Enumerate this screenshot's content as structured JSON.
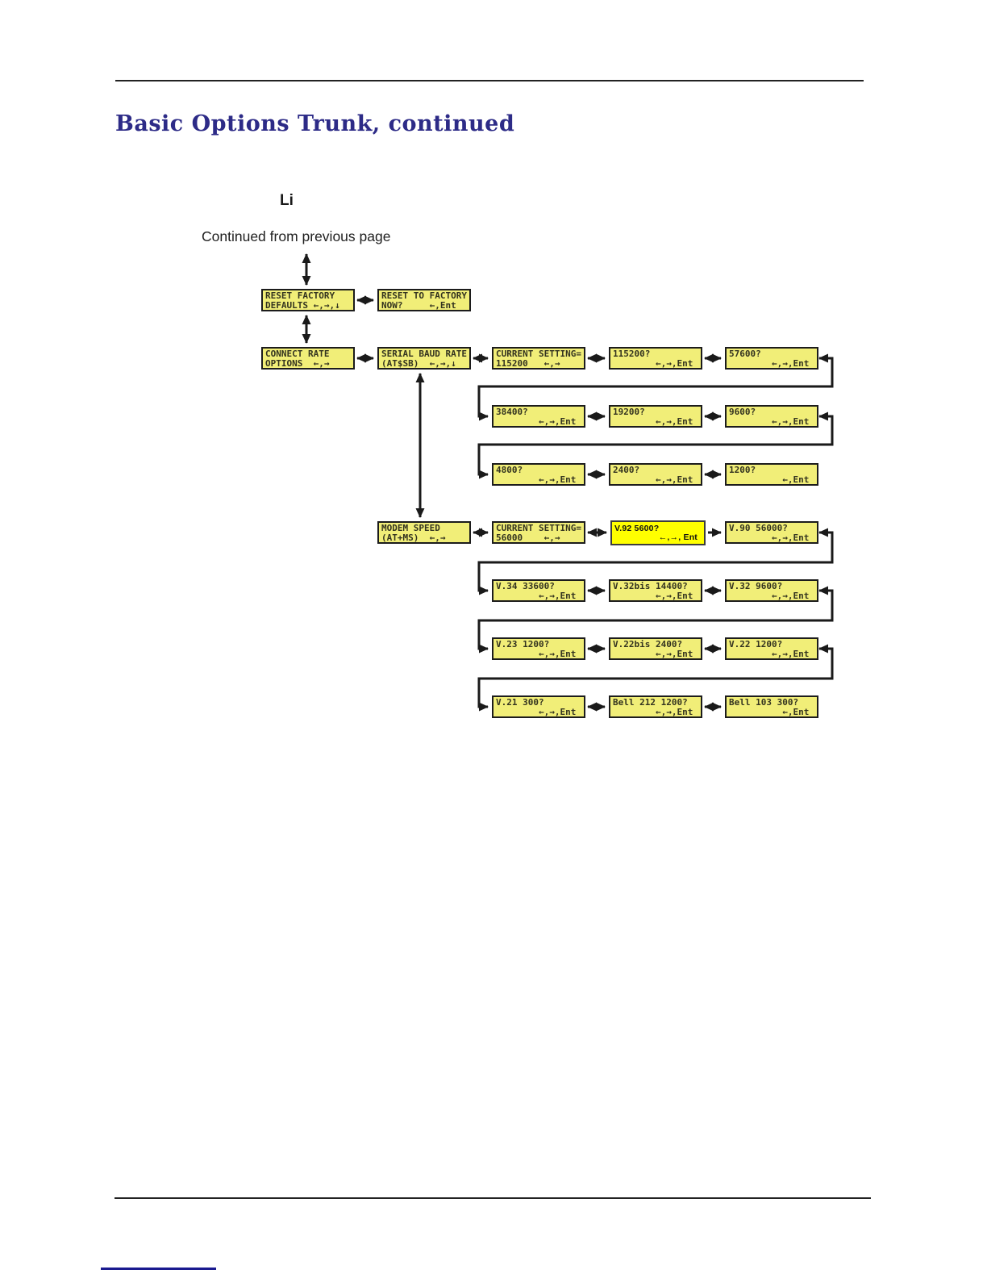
{
  "header": {
    "title": "Basic Options Trunk, continued",
    "subtitle": "Li",
    "continued_note": "Continued from previous page"
  },
  "colors": {
    "title_text": "#2d2b87",
    "lcd_fill": "#f1ee78",
    "lcd_highlight_fill": "#ffff00",
    "lcd_border": "#1c1c1c",
    "lcd_text": "#33331f",
    "connector": "#1a1a1a",
    "footer_accent_line": "#1a1a8f"
  },
  "diagram": {
    "boxes": {
      "reset_factory": {
        "line1": "RESET FACTORY",
        "line2": "DEFAULTS ←,→,↓"
      },
      "reset_to_factory": {
        "line1": "RESET TO FACTORY",
        "line2": "NOW?     ←,Ent"
      },
      "connect_rate": {
        "line1": "CONNECT RATE",
        "line2": "OPTIONS  ←,→"
      },
      "serial_baud_rate": {
        "line1": "SERIAL BAUD RATE",
        "line2": "(AT$SB)  ←,→,↓"
      },
      "current_setting_baud": {
        "line1": "CURRENT SETTING=",
        "line2": "115200   ←,→"
      },
      "baud_115200": {
        "line1": "115200?",
        "line2": "        ←,→,Ent"
      },
      "baud_57600": {
        "line1": "57600?",
        "line2": "        ←,→,Ent"
      },
      "baud_38400": {
        "line1": "38400?",
        "line2": "        ←,→,Ent"
      },
      "baud_19200": {
        "line1": "19200?",
        "line2": "        ←,→,Ent"
      },
      "baud_9600": {
        "line1": "9600?",
        "line2": "        ←,→,Ent"
      },
      "baud_4800": {
        "line1": "4800?",
        "line2": "        ←,→,Ent"
      },
      "baud_2400": {
        "line1": "2400?",
        "line2": "        ←,→,Ent"
      },
      "baud_1200": {
        "line1": "1200?",
        "line2": "          ←,Ent"
      },
      "modem_speed": {
        "line1": "MODEM SPEED",
        "line2": "(AT+MS)  ←,→"
      },
      "current_setting_speed": {
        "line1": "CURRENT SETTING=",
        "line2": "56000    ←,→"
      },
      "v92": {
        "line1": "V.92 5600?",
        "line2": "←,→, Ent"
      },
      "v90": {
        "line1": "V.90 56000?",
        "line2": "        ←,→,Ent"
      },
      "v34": {
        "line1": "V.34 33600?",
        "line2": "        ←,→,Ent"
      },
      "v32bis": {
        "line1": "V.32bis 14400?",
        "line2": "        ←,→,Ent"
      },
      "v32": {
        "line1": "V.32 9600?",
        "line2": "        ←,→,Ent"
      },
      "v23": {
        "line1": "V.23 1200?",
        "line2": "        ←,→,Ent"
      },
      "v22bis": {
        "line1": "V.22bis 2400?",
        "line2": "        ←,→,Ent"
      },
      "v22": {
        "line1": "V.22 1200?",
        "line2": "        ←,→,Ent"
      },
      "v21": {
        "line1": "V.21 300?",
        "line2": "        ←,→,Ent"
      },
      "bell212": {
        "line1": "Bell 212 1200?",
        "line2": "        ←,→,Ent"
      },
      "bell103": {
        "line1": "Bell 103 300?",
        "line2": "          ←,Ent"
      }
    }
  }
}
